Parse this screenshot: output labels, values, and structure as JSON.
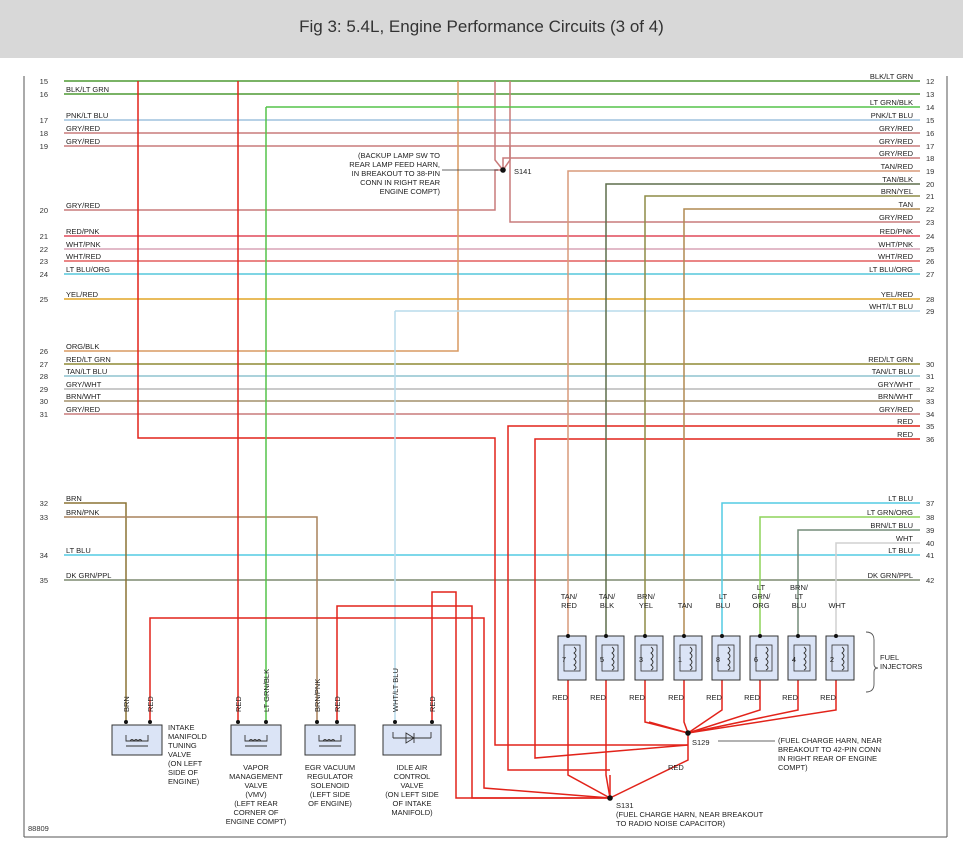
{
  "figure": {
    "title": "Fig 3: 5.4L, Engine Performance Circuits (3 of 4)",
    "figure_number": "88809"
  },
  "colors": {
    "RED": "#e2231a",
    "GRY/RED": "#c87b7b",
    "RED/PNK": "#e04a5a",
    "WHT/PNK": "#d9a3b5",
    "WHT/RED": "#e35f5f",
    "LT BLU/ORG": "#55c7dc",
    "YEL/RED": "#e2a526",
    "ORG/BLK": "#d99a62",
    "RED/LT GRN": "#8f8a35",
    "TAN/LT BLU": "#8fc3cf",
    "GRY/WHT": "#b9b9b9",
    "BRN/WHT": "#a4916c",
    "BLK/LT GRN": "#4f9a34",
    "LT GRN/BLK": "#55c34a",
    "PNK/LT BLU": "#9fc2de",
    "BRN": "#8b7335",
    "BRN/PNK": "#a9825b",
    "LT BLU": "#54cbe3",
    "DK GRN/PPL": "#7d8a70",
    "TAN/RED": "#d89a7a",
    "TAN/BLK": "#5e6e4c",
    "BRN/YEL": "#8d8c47",
    "TAN": "#b08a52",
    "LT GRN/ORG": "#8dd45a",
    "BRN/LT BLU": "#738c79",
    "WHT": "#d0d0d0",
    "WHT/LT BLU": "#b9dceb"
  },
  "left_wires": [
    {
      "pin": "15",
      "label": ""
    },
    {
      "pin": "16",
      "label": "BLK/LT GRN"
    },
    {
      "pin": "17",
      "label": "PNK/LT BLU"
    },
    {
      "pin": "18",
      "label": "GRY/RED"
    },
    {
      "pin": "19",
      "label": "GRY/RED"
    },
    {
      "pin": "20",
      "label": "GRY/RED"
    },
    {
      "pin": "21",
      "label": "RED/PNK"
    },
    {
      "pin": "22",
      "label": "WHT/PNK"
    },
    {
      "pin": "23",
      "label": "WHT/RED"
    },
    {
      "pin": "24",
      "label": "LT BLU/ORG"
    },
    {
      "pin": "25",
      "label": "YEL/RED"
    },
    {
      "pin": "26",
      "label": "ORG/BLK"
    },
    {
      "pin": "27",
      "label": "RED/LT GRN"
    },
    {
      "pin": "28",
      "label": "TAN/LT BLU"
    },
    {
      "pin": "29",
      "label": "GRY/WHT"
    },
    {
      "pin": "30",
      "label": "BRN/WHT"
    },
    {
      "pin": "31",
      "label": "GRY/RED"
    },
    {
      "pin": "32",
      "label": "BRN"
    },
    {
      "pin": "33",
      "label": "BRN/PNK"
    },
    {
      "pin": "34",
      "label": "LT BLU"
    },
    {
      "pin": "35",
      "label": "DK GRN/PPL"
    }
  ],
  "right_wires": [
    {
      "pin": "12",
      "label": "BLK/LT GRN"
    },
    {
      "pin": "13",
      "label": ""
    },
    {
      "pin": "14",
      "label": "LT GRN/BLK"
    },
    {
      "pin": "15",
      "label": "PNK/LT BLU"
    },
    {
      "pin": "16",
      "label": "GRY/RED"
    },
    {
      "pin": "17",
      "label": "GRY/RED"
    },
    {
      "pin": "18",
      "label": "GRY/RED"
    },
    {
      "pin": "19",
      "label": "TAN/RED"
    },
    {
      "pin": "20",
      "label": "TAN/BLK"
    },
    {
      "pin": "21",
      "label": "BRN/YEL"
    },
    {
      "pin": "22",
      "label": "TAN"
    },
    {
      "pin": "23",
      "label": "GRY/RED"
    },
    {
      "pin": "24",
      "label": "RED/PNK"
    },
    {
      "pin": "25",
      "label": "WHT/PNK"
    },
    {
      "pin": "26",
      "label": "WHT/RED"
    },
    {
      "pin": "27",
      "label": "LT BLU/ORG"
    },
    {
      "pin": "28",
      "label": "YEL/RED"
    },
    {
      "pin": "29",
      "label": "WHT/LT BLU"
    },
    {
      "pin": "30",
      "label": "RED/LT GRN"
    },
    {
      "pin": "31",
      "label": "TAN/LT BLU"
    },
    {
      "pin": "32",
      "label": "GRY/WHT"
    },
    {
      "pin": "33",
      "label": "BRN/WHT"
    },
    {
      "pin": "34",
      "label": "GRY/RED"
    },
    {
      "pin": "35",
      "label": "RED"
    },
    {
      "pin": "36",
      "label": "RED"
    },
    {
      "pin": "37",
      "label": "LT BLU"
    },
    {
      "pin": "38",
      "label": "LT GRN/ORG"
    },
    {
      "pin": "39",
      "label": "BRN/LT BLU"
    },
    {
      "pin": "40",
      "label": "WHT"
    },
    {
      "pin": "41",
      "label": "LT BLU"
    },
    {
      "pin": "42",
      "label": "DK GRN/PPL"
    }
  ],
  "splices": {
    "s141": {
      "label": "S141",
      "note": [
        "(BACKUP LAMP SW TO",
        "REAR LAMP FEED HARN,",
        "IN BREAKOUT TO 38-PIN",
        "CONN IN RIGHT REAR",
        "ENGINE COMPT)"
      ]
    },
    "s129": {
      "label": "S129",
      "note": [
        "(FUEL CHARGE HARN, NEAR",
        "BREAKOUT TO 42-PIN CONN",
        "IN RIGHT REAR OF ENGINE",
        "COMPT)"
      ]
    },
    "s131": {
      "label": "S131",
      "note": [
        "(FUEL CHARGE HARN, NEAR BREAKOUT",
        "TO RADIO NOISE CAPACITOR)"
      ]
    }
  },
  "injectors": {
    "label": [
      "FUEL",
      "INJECTORS"
    ],
    "items": [
      {
        "cyl": "7",
        "top": [
          "TAN/",
          "RED"
        ],
        "bottom": "RED"
      },
      {
        "cyl": "5",
        "top": [
          "TAN/",
          "BLK"
        ],
        "bottom": "RED"
      },
      {
        "cyl": "3",
        "top": [
          "BRN/",
          "YEL"
        ],
        "bottom": "RED"
      },
      {
        "cyl": "1",
        "top": [
          "",
          "TAN"
        ],
        "bottom": "RED"
      },
      {
        "cyl": "8",
        "top": [
          "LT",
          "BLU"
        ],
        "bottom": "RED"
      },
      {
        "cyl": "6",
        "top": [
          "LT",
          "GRN/",
          "ORG"
        ],
        "bottom": "RED"
      },
      {
        "cyl": "4",
        "top": [
          "BRN/",
          "LT",
          "BLU"
        ],
        "bottom": "RED"
      },
      {
        "cyl": "2",
        "top": [
          "",
          "WHT"
        ],
        "bottom": "RED"
      }
    ],
    "s129_red_label": "RED"
  },
  "components": [
    {
      "id": "imtv",
      "wires": [
        "BRN",
        "RED"
      ],
      "label": [
        "INTAKE",
        "MANIFOLD",
        "TUNING",
        "VALVE",
        "(ON LEFT",
        "SIDE OF",
        "ENGINE)"
      ]
    },
    {
      "id": "vmv",
      "wires": [
        "RED",
        "LT GRN/BLK"
      ],
      "label": [
        "VAPOR",
        "MANAGEMENT",
        "VALVE",
        "(VMV)",
        "(LEFT REAR",
        "CORNER OF",
        "ENGINE COMPT)"
      ]
    },
    {
      "id": "egr",
      "wires": [
        "BRN/PNK",
        "RED"
      ],
      "label": [
        "EGR VACUUM",
        "REGULATOR",
        "SOLENOID",
        "(LEFT SIDE",
        "OF ENGINE)"
      ]
    },
    {
      "id": "iac",
      "wires": [
        "WHT/LT BLU",
        "RED"
      ],
      "label": [
        "IDLE AIR",
        "CONTROL",
        "VALVE",
        "(ON LEFT SIDE",
        "OF INTAKE",
        "MANIFOLD)"
      ]
    }
  ]
}
